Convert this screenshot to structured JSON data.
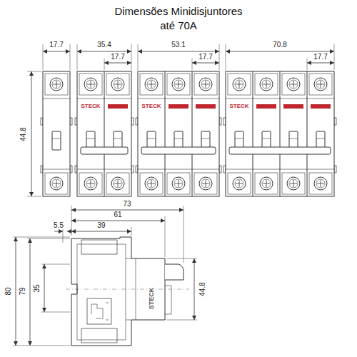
{
  "diagram": {
    "title": "Dimensões Minidisjuntores até 70A",
    "labels": [
      "17.7",
      "35.4",
      "17.7",
      "53.1",
      "17.7",
      "70.8",
      "17.7",
      "44.8",
      "STECK",
      "STECK",
      "STECK",
      "73",
      "61",
      "5.5",
      "39",
      "80",
      "79",
      "35",
      "44.8",
      "STECK"
    ]
  }
}
